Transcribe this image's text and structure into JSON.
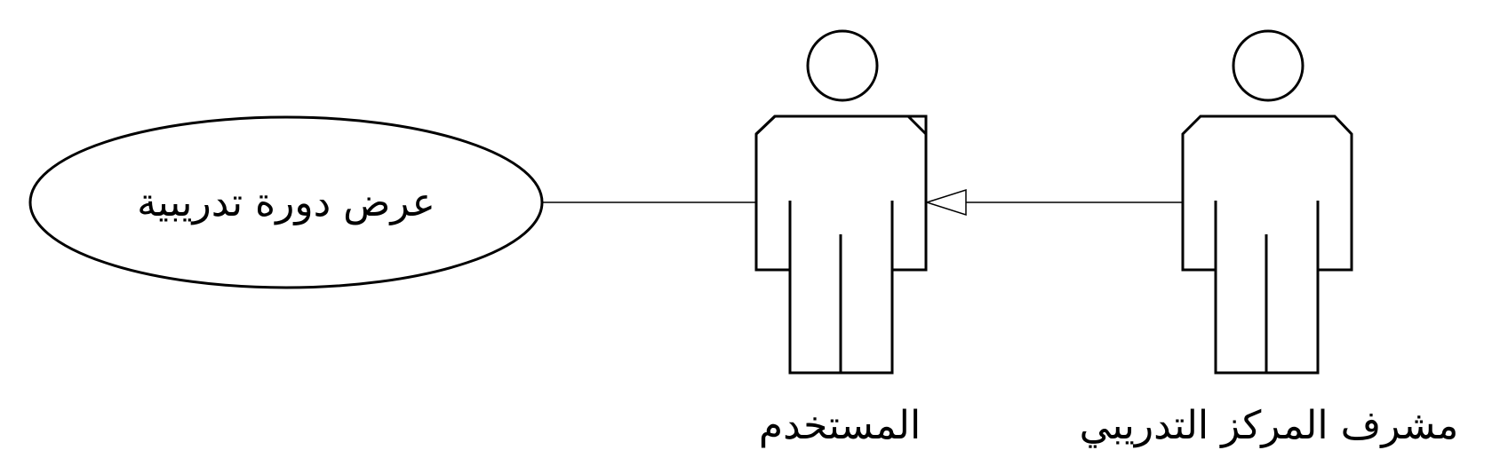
{
  "diagram": {
    "use_case": {
      "label": "عرض دورة تدريبية"
    },
    "actors": [
      {
        "label": "المستخدم"
      },
      {
        "label": "مشرف المركز التدريبي"
      }
    ],
    "relations": [
      {
        "type": "association",
        "from": "use_case",
        "to": "actors.0"
      },
      {
        "type": "generalization",
        "from": "actors.1",
        "to": "actors.0"
      }
    ]
  }
}
